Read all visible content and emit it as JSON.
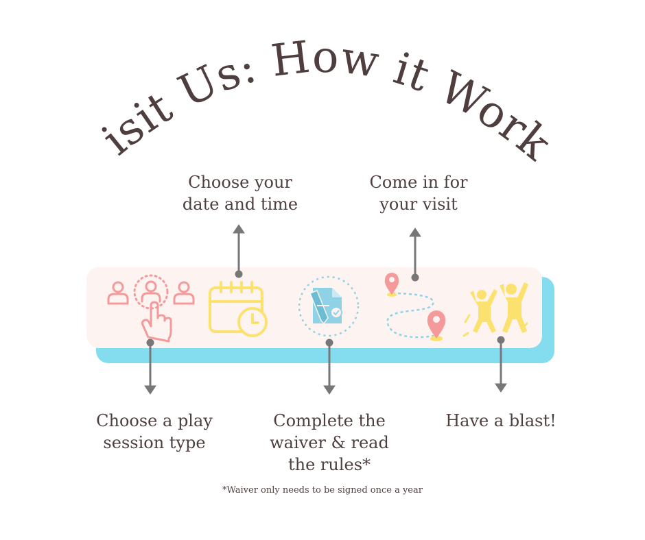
{
  "title": "Visit Us: How it Works",
  "steps": [
    {
      "label": "Choose a play\nsession type",
      "icon": "hand-pointer-people-icon"
    },
    {
      "label": "Choose your\ndate and time",
      "icon": "calendar-clock-icon"
    },
    {
      "label": "Complete the\nwaiver & read\nthe rules*",
      "icon": "document-sign-icon"
    },
    {
      "label": "Come in for\nyour visit",
      "icon": "map-route-icon"
    },
    {
      "label": "Have a blast!",
      "icon": "jumping-people-icon"
    }
  ],
  "footnote": "*Waiver only needs to be signed once a year",
  "colors": {
    "text": "#4e3e3e",
    "band_fill": "#fdf3f1",
    "band_shadow": "#84dcef",
    "pink": "#f49a9a",
    "yellow": "#fbe26f",
    "blue": "#8fd2e6",
    "arrow": "#777777"
  }
}
